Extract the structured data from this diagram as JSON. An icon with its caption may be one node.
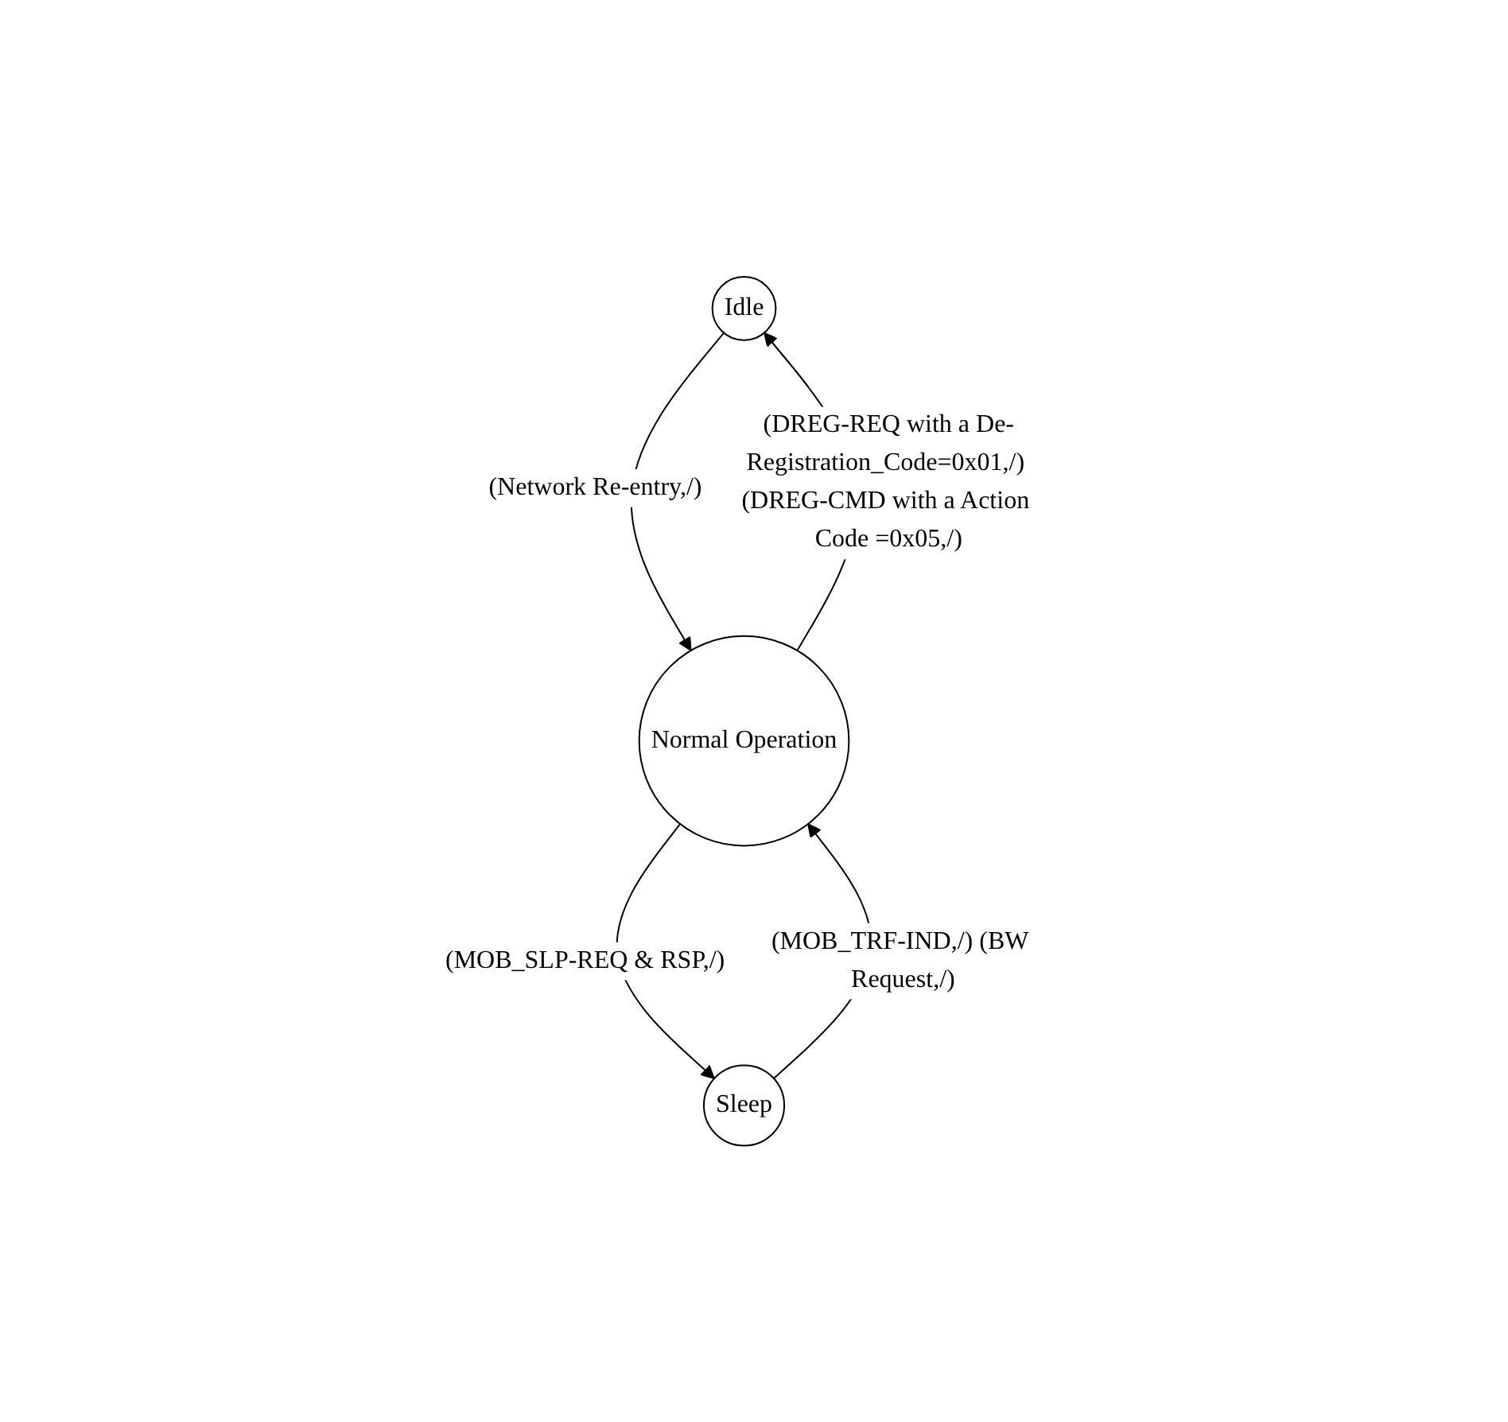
{
  "diagram": {
    "nodes": [
      {
        "text": [
          "Idle"
        ]
      },
      {
        "text": [
          "Normal Operation"
        ]
      },
      {
        "text": [
          "Sleep"
        ]
      }
    ],
    "edges": [
      {
        "from": 0,
        "to": 1,
        "arrow": "to",
        "label": "(Network Re-entry,/)"
      },
      {
        "from": 1,
        "to": 0,
        "arrow": "to",
        "label": "(DREG-REQ with a De-Registration_Code=0x01,/) (DREG-CMD with a Action Code =0x05,/)"
      },
      {
        "from": 1,
        "to": 2,
        "arrow": "to",
        "label": "(MOB_SLP-REQ & RSP,/)"
      },
      {
        "from": 2,
        "to": 1,
        "arrow": "to",
        "label": "(MOB_TRF-IND,/) (BW Request,/)"
      }
    ]
  }
}
